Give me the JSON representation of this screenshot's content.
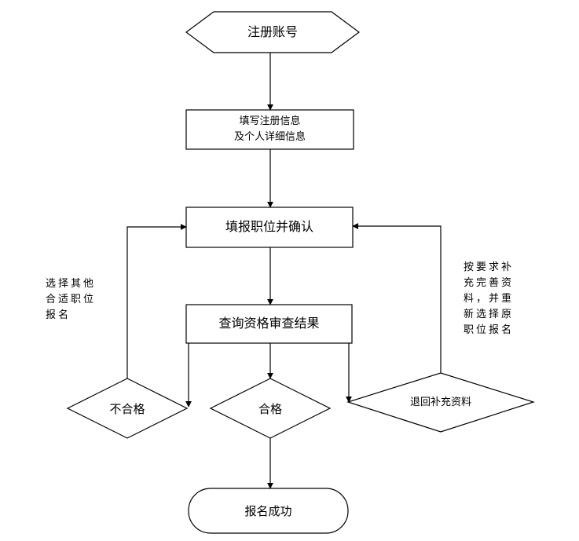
{
  "nodes": {
    "register": "注册账号",
    "fill_line1": "填写注册信息",
    "fill_line2": "及个人详细信息",
    "report": "填报职位并确认",
    "query": "查询资格审查结果",
    "fail": "不合格",
    "pass": "合格",
    "return": "退回补充资料",
    "success": "报名成功"
  },
  "notes": {
    "left": [
      "选择其他",
      "合适职位",
      "报名"
    ],
    "right": [
      "按要求补",
      "充完善资",
      "料，并重",
      "新选择原",
      "职位报名"
    ]
  }
}
